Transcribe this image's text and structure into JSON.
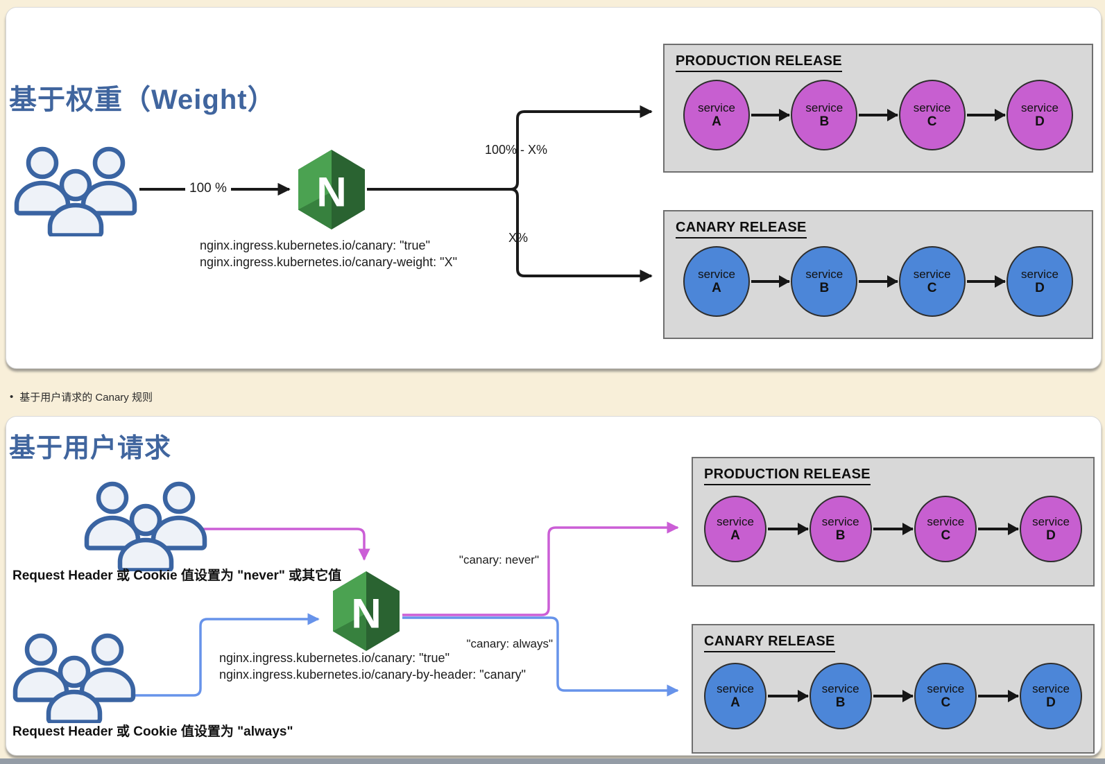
{
  "shared": {
    "service_word": "service",
    "nginx_letter": "N"
  },
  "colors": {
    "page_bg": "#f8efd9",
    "heading_blue": "#40659e",
    "magenta_line": "#cb5ed6",
    "blue_line": "#6793ea",
    "magenta_node": "#c75fd0",
    "blue_node": "#4c86d8",
    "box_gray": "#d8d8d8",
    "nginx_green_light": "#4ba251",
    "nginx_green_dark": "#2a6331"
  },
  "panel1": {
    "heading": "基于权重（Weight）",
    "traffic_label": "100 %",
    "annotation_line1": "nginx.ingress.kubernetes.io/canary: \"true\"",
    "annotation_line2": "nginx.ingress.kubernetes.io/canary-weight: \"X\"",
    "split_top_label": "100% - X%",
    "split_bottom_label": "X%",
    "production": {
      "title": "PRODUCTION RELEASE",
      "services": [
        {
          "letter": "A"
        },
        {
          "letter": "B"
        },
        {
          "letter": "C"
        },
        {
          "letter": "D"
        }
      ]
    },
    "canary": {
      "title": "CANARY RELEASE",
      "services": [
        {
          "letter": "A"
        },
        {
          "letter": "B"
        },
        {
          "letter": "C"
        },
        {
          "letter": "D"
        }
      ]
    }
  },
  "between": {
    "bullet_text": "基于用户请求的 Canary 规则"
  },
  "panel2": {
    "heading": "基于用户请求",
    "never_group_label": "Request Header 或 Cookie 值设置为 \"never\" 或其它值",
    "always_group_label": "Request Header 或 Cookie 值设置为 \"always\"",
    "annotation_line1": "nginx.ingress.kubernetes.io/canary: \"true\"",
    "annotation_line2": "nginx.ingress.kubernetes.io/canary-by-header: \"canary\"",
    "route_never_label": "\"canary: never\"",
    "route_always_label": "\"canary: always\"",
    "production": {
      "title": "PRODUCTION RELEASE",
      "services": [
        {
          "letter": "A"
        },
        {
          "letter": "B"
        },
        {
          "letter": "C"
        },
        {
          "letter": "D"
        }
      ]
    },
    "canary": {
      "title": "CANARY RELEASE",
      "services": [
        {
          "letter": "A"
        },
        {
          "letter": "B"
        },
        {
          "letter": "C"
        },
        {
          "letter": "D"
        }
      ]
    }
  }
}
